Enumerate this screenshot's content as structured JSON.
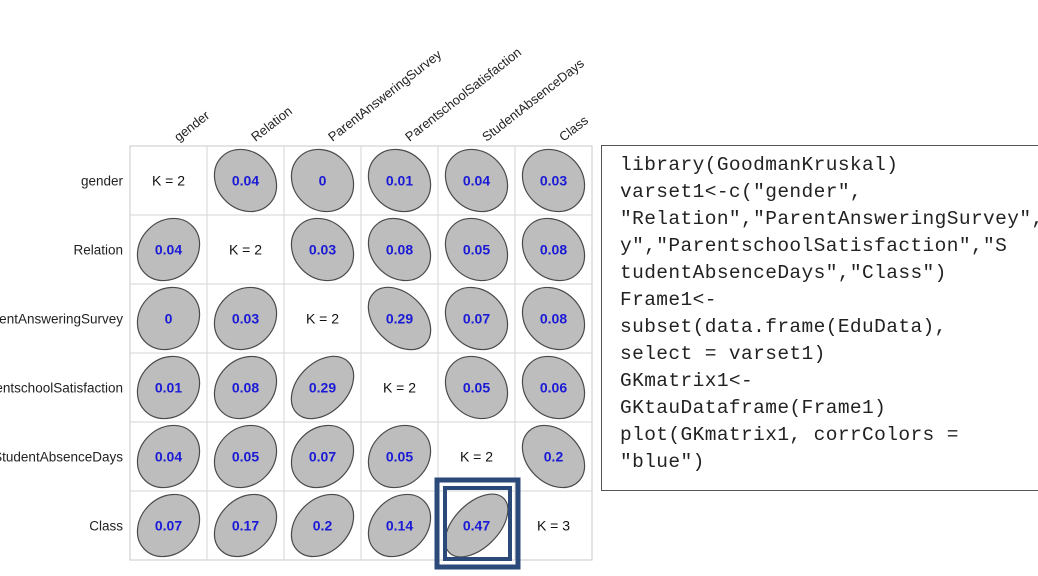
{
  "chart_data": {
    "type": "heatmap",
    "variables": [
      "gender",
      "Relation",
      "ParentAnsweringSurvey",
      "ParentschoolSatisfaction",
      "StudentAbsenceDays",
      "Class"
    ],
    "matrix": [
      [
        "K = 2",
        "0.04",
        "0",
        "0.01",
        "0.04",
        "0.03"
      ],
      [
        "0.04",
        "K = 2",
        "0.03",
        "0.08",
        "0.05",
        "0.08"
      ],
      [
        "0",
        "0.03",
        "K = 2",
        "0.29",
        "0.07",
        "0.08"
      ],
      [
        "0.01",
        "0.08",
        "0.29",
        "K = 2",
        "0.05",
        "0.06"
      ],
      [
        "0.04",
        "0.05",
        "0.07",
        "0.05",
        "K = 2",
        "0.2"
      ],
      [
        "0.07",
        "0.17",
        "0.2",
        "0.14",
        "0.47",
        "K = 3"
      ]
    ],
    "highlight": {
      "row": 5,
      "col": 4
    },
    "colors": {
      "ellipse_fill": "#bdbdbd",
      "value_text": "#1a1ad6",
      "highlight": "#2b4a7a"
    }
  },
  "code": {
    "lines": [
      "library(GoodmanKruskal)",
      "varset1<-c(\"gender\",",
      "\"Relation\",\"ParentAnsweringSurvey\",\"ParentschoolSatisfaction\",\"S",
      "y\",\"ParentschoolSatisfaction\",\"S",
      "tudentAbsenceDays\",\"Class\")",
      "Frame1<-",
      "subset(data.frame(EduData),",
      "select = varset1)",
      "GKmatrix1<-",
      "GKtauDataframe(Frame1)",
      "plot(GKmatrix1, corrColors =",
      "\"blue\")"
    ]
  }
}
